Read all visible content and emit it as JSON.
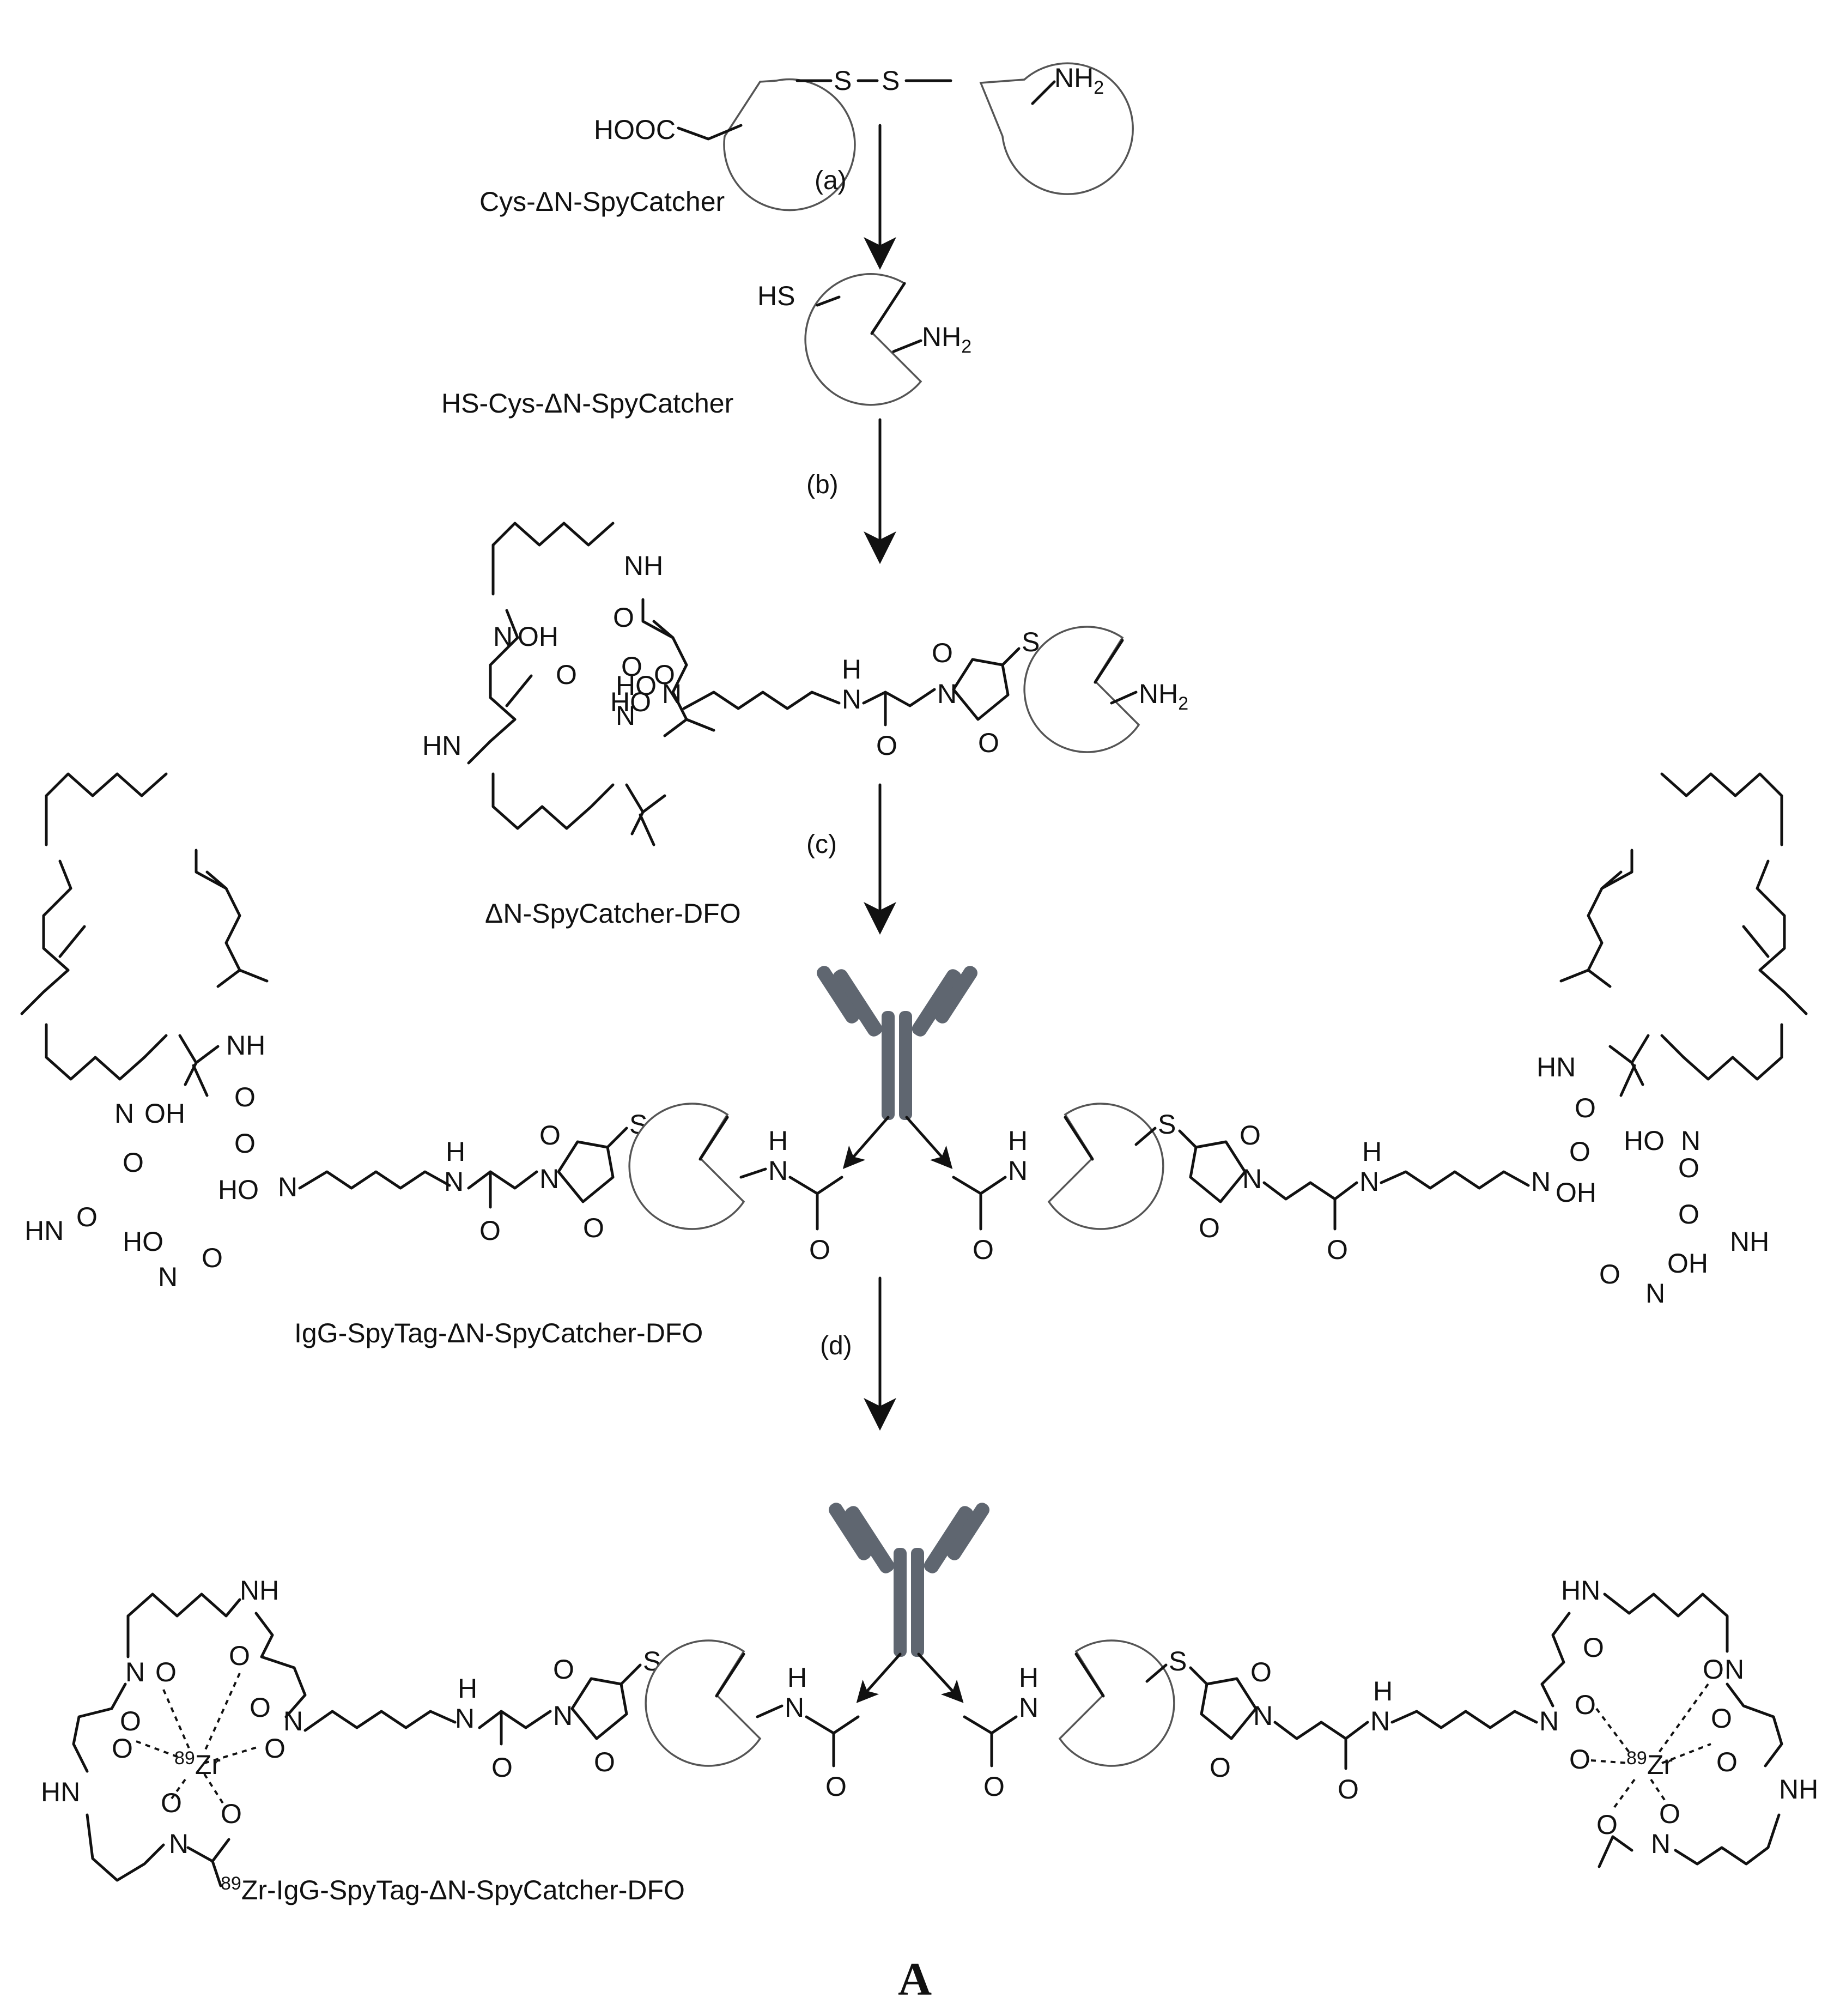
{
  "steps": {
    "a": "(a)",
    "b": "(b)",
    "c": "(c)",
    "d": "(d)"
  },
  "compounds": {
    "c1": "Cys-ΔN-SpyCatcher",
    "c2": "HS-Cys-ΔN-SpyCatcher",
    "c3": "ΔN-SpyCatcher-DFO",
    "c4": "IgG-SpyTag-ΔN-SpyCatcher-DFO",
    "c5_sup": "89",
    "c5_rest": "Zr-IgG-SpyTag-ΔN-SpyCatcher-DFO"
  },
  "panel_label": "A",
  "atoms": {
    "hooc": "HOOC",
    "s": "S",
    "hs": "HS",
    "nh2": "NH",
    "two": "2",
    "h": "H",
    "n": "N",
    "nh": "NH",
    "hn": "HN",
    "ho": "HO",
    "oh": "OH",
    "o": "O",
    "zr": "Zr",
    "zr_mass": "89"
  },
  "colors": {
    "antibody": "#5f6670",
    "pacman_outline": "#555555",
    "ink": "#111111"
  },
  "icons": [
    "protein-pacman-icon",
    "antibody-icon",
    "reaction-arrow-icon"
  ]
}
